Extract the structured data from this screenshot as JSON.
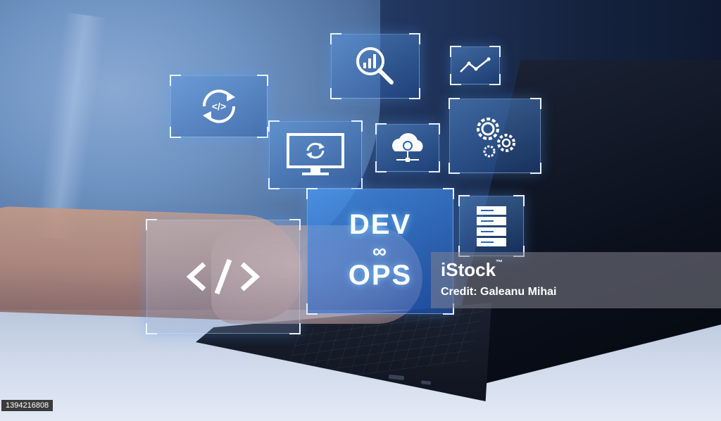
{
  "hologram": {
    "devops_top": "DEV",
    "devops_infinity": "∞",
    "devops_bottom": "OPS",
    "icons": [
      "code-sync-icon",
      "search-chart-icon",
      "line-chart-icon",
      "monitor-sync-icon",
      "cloud-network-icon",
      "gears-icon",
      "server-rack-icon",
      "code-brackets-icon"
    ]
  },
  "watermark": {
    "brand": "iStock",
    "trademark": "™",
    "credit": "Credit: Galeanu Mihai"
  },
  "image_id": "1394216808",
  "colors": {
    "hologram_blue": "#3f86d8",
    "glow": "#78c8ff",
    "watermark_bg": "#82828c"
  }
}
